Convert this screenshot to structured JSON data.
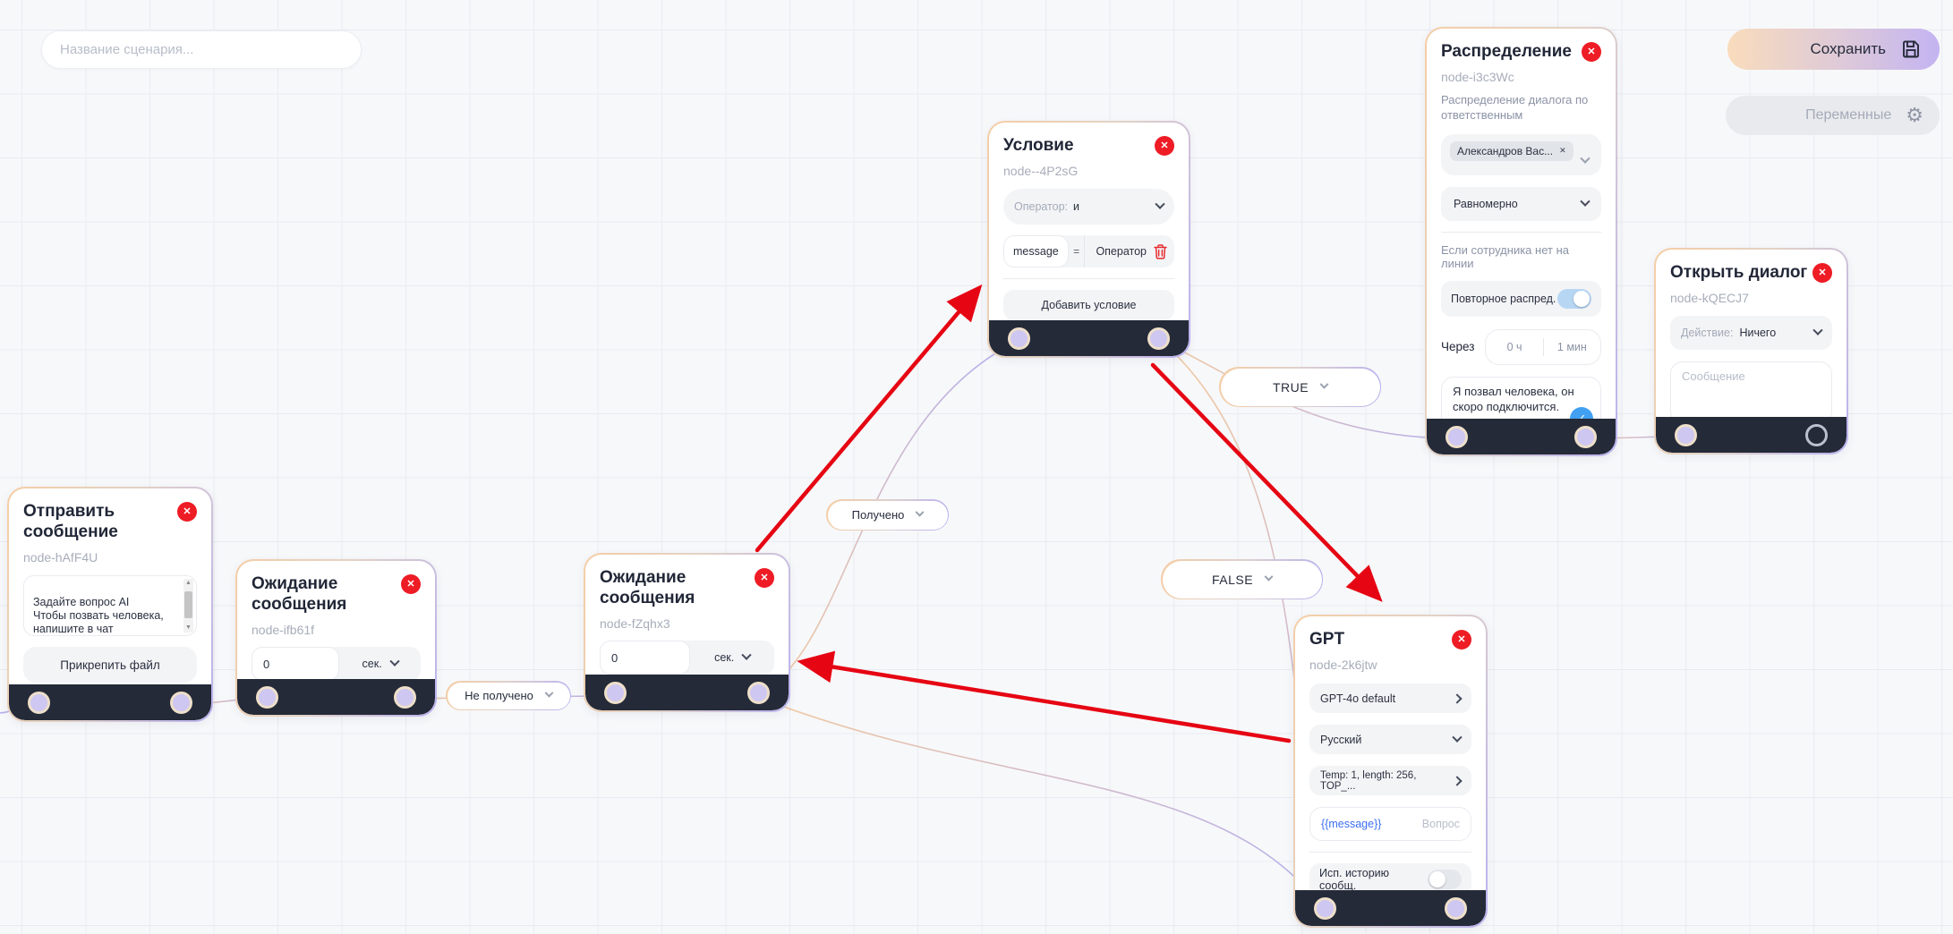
{
  "header": {
    "scenario_name_placeholder": "Название сценария...",
    "save_label": "Сохранить",
    "variables_label": "Переменные"
  },
  "edge_labels": {
    "received": "Получено",
    "not_received": "Не получено",
    "true_label": "TRUE",
    "false_label": "FALSE"
  },
  "nodes": {
    "send_message": {
      "title": "Отправить сообщение",
      "id": "node-hAfF4U",
      "message_text": "Задайте вопрос AI\nЧтобы позвать человека, напишите в чат «Оператор».",
      "attach_button": "Прикрепить файл"
    },
    "wait_1": {
      "title": "Ожидание сообщения",
      "id": "node-ifb61f",
      "seconds_value": "0",
      "unit": "сек."
    },
    "wait_2": {
      "title": "Ожидание сообщения",
      "id": "node-fZqhx3",
      "seconds_value": "0",
      "unit": "сек."
    },
    "condition": {
      "title": "Условие",
      "id": "node--4P2sG",
      "operator_label": "Оператор:",
      "operator_value": "и",
      "field_name": "message",
      "comparator": "=",
      "value": "Оператор",
      "add_condition_button": "Добавить условие"
    },
    "distribution": {
      "title": "Распределение",
      "id": "node-i3c3Wc",
      "description": "Распределение диалога по ответственным",
      "assignee_chip": "Александров Вас...",
      "mode": "Равномерно",
      "offline_label": "Если сотрудника нет на линии",
      "repeat_label": "Повторное распред.",
      "after_label": "Через",
      "hours_value": "0 ч",
      "minutes_value": "1 мин",
      "message_text": "Я позвал человека, он скоро подключится."
    },
    "open_dialog": {
      "title": "Открыть диалог",
      "id": "node-kQECJ7",
      "action_label": "Действие:",
      "action_value": "Ничего",
      "message_placeholder": "Сообщение"
    },
    "gpt": {
      "title": "GPT",
      "id": "node-2k6jtw",
      "model": "GPT-4o default",
      "language": "Русский",
      "params": "Temp: 1, length: 256, TOP_...",
      "prompt_value": "{{message}}",
      "prompt_placeholder": "Вопрос",
      "history_label": "Исп. историю сообщ."
    }
  },
  "colors": {
    "accent_red": "#ee1c25",
    "arrow_red": "#e60613",
    "bar_dark": "#242a38",
    "edge_orange": "#f2c9a0",
    "edge_purple": "#b6afee",
    "toggle_on": "#b7d6f3",
    "check_blue": "#41a0f2",
    "variable_blue": "#3c6ff0"
  }
}
